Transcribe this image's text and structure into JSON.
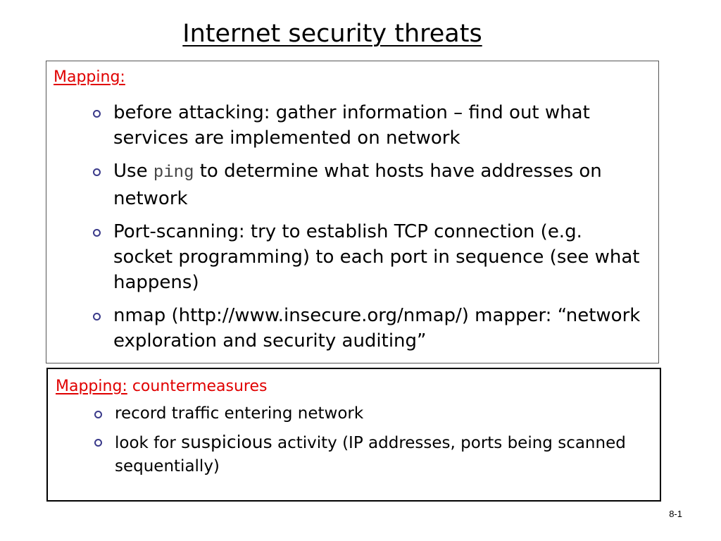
{
  "title": "Internet security threats",
  "mapping_box": {
    "heading": "Mapping:",
    "bullets": [
      {
        "text": "before attacking: gather information – find out what services are implemented on network"
      },
      {
        "pre": "Use ",
        "code": "ping",
        "post": " to determine what hosts have addresses on network"
      },
      {
        "text": "Port-scanning: try to establish TCP connection (e.g. socket programming) to each port in sequence (see what happens)"
      },
      {
        "text": "nmap (http://www.insecure.org/nmap/)  mapper: “network exploration and security auditing”"
      }
    ]
  },
  "countermeasures_box": {
    "heading": "Mapping:",
    "heading_suffix": " countermeasures",
    "bullets": [
      {
        "text": "record traffic entering network"
      },
      {
        "pre": "look for ",
        "emph": "suspicious",
        "post": " activity (IP addresses, ports being scanned sequentially)"
      }
    ]
  },
  "page_number": "8-1",
  "colors": {
    "heading": "#e00000",
    "bullet": "#3a3a8a"
  },
  "icons": {
    "bullet": "hollow-circle-bullet-icon"
  }
}
